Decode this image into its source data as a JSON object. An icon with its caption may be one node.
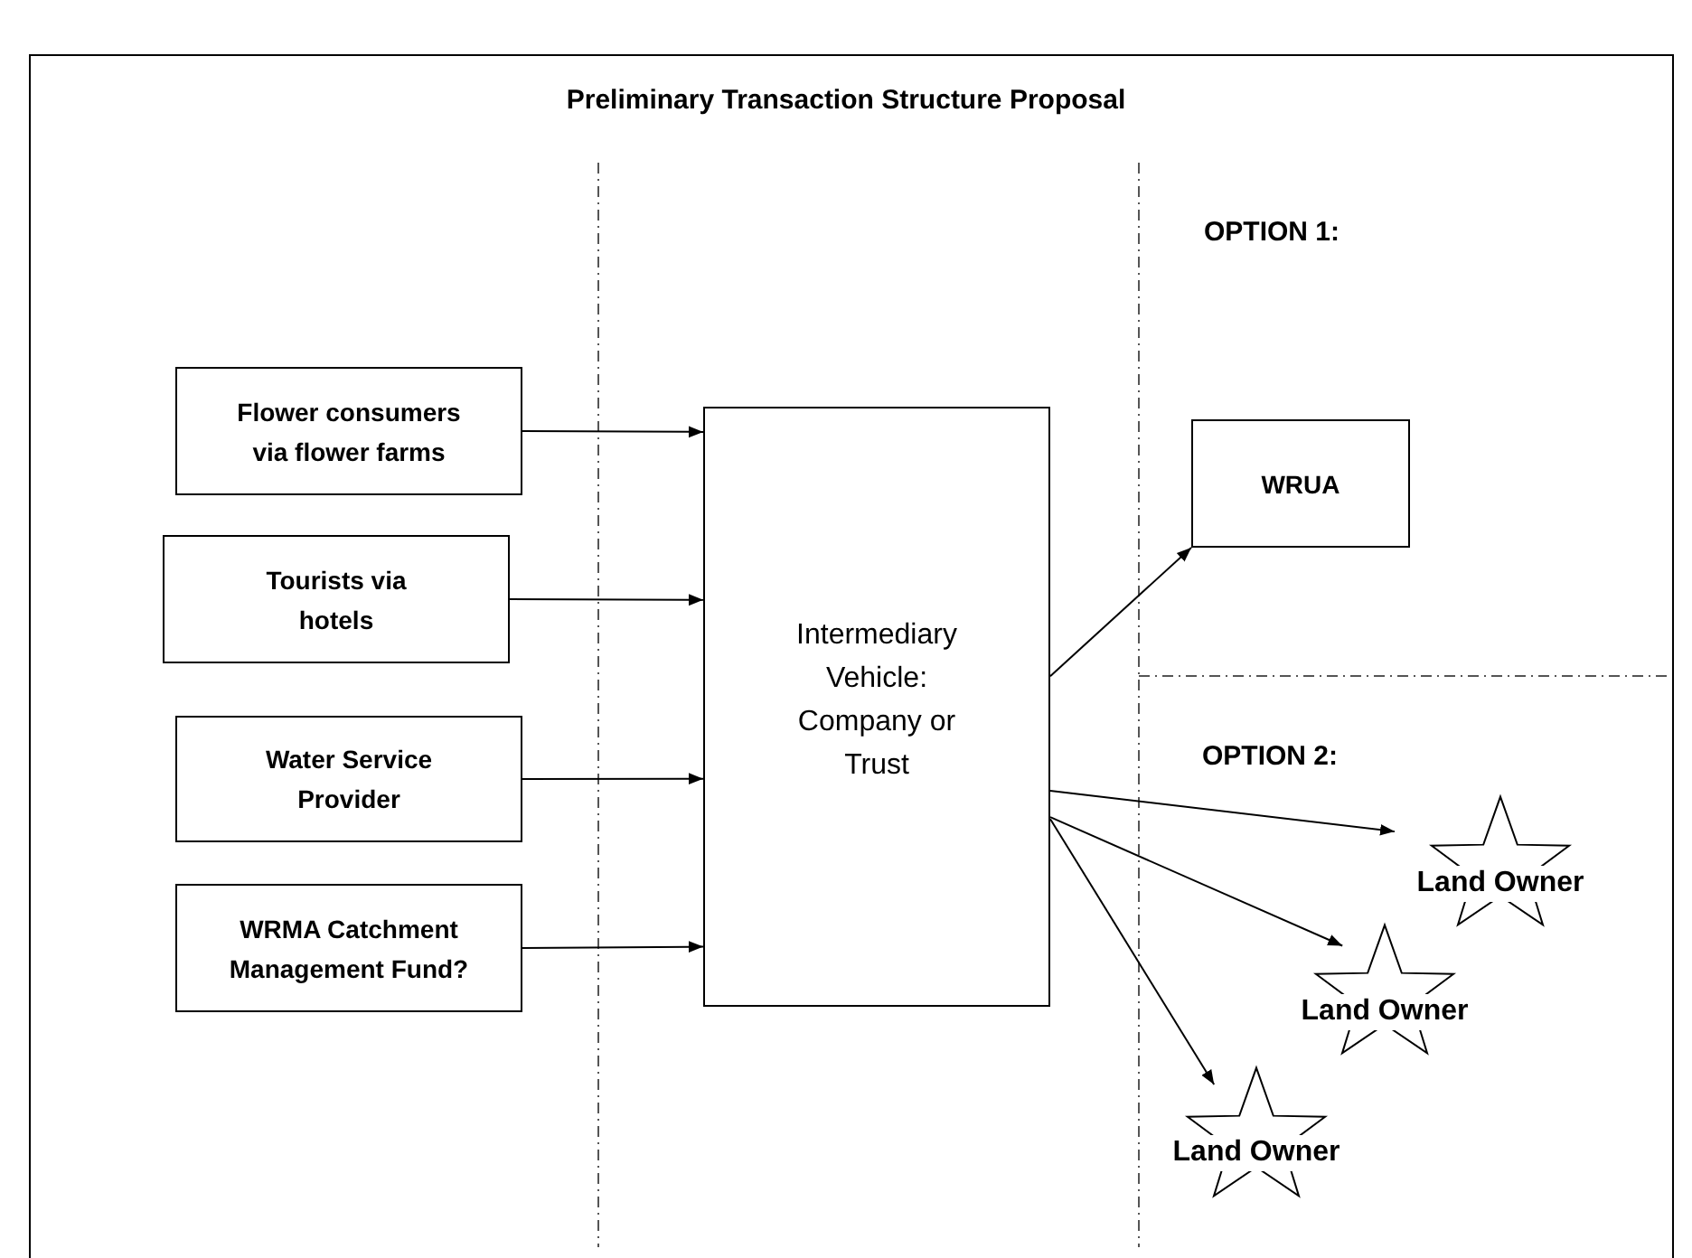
{
  "diagram": {
    "title": "Preliminary Transaction Structure Proposal",
    "nodes": [
      {
        "text": [
          "Flower consumers via flower farms"
        ]
      },
      {
        "text": [
          "Tourists via hotels"
        ]
      },
      {
        "text": [
          "Water Service Provider"
        ]
      },
      {
        "text": [
          "WRMA Catchment Management Fund?"
        ]
      },
      {
        "text": [
          "Intermediary Vehicle: Company or Trust"
        ]
      },
      {
        "text": [
          "WRUA"
        ]
      },
      {
        "text": [
          "Land Owner"
        ]
      },
      {
        "text": [
          "Land Owner"
        ]
      },
      {
        "text": [
          "Land Owner"
        ]
      }
    ],
    "edges": [
      {
        "from": 0,
        "to": 4,
        "arrow": "to"
      },
      {
        "from": 1,
        "to": 4,
        "arrow": "to"
      },
      {
        "from": 2,
        "to": 4,
        "arrow": "to"
      },
      {
        "from": 3,
        "to": 4,
        "arrow": "to"
      },
      {
        "from": 4,
        "to": 5,
        "arrow": "to"
      },
      {
        "from": 4,
        "to": 6,
        "arrow": "to"
      },
      {
        "from": 4,
        "to": 7,
        "arrow": "to"
      },
      {
        "from": 4,
        "to": 8,
        "arrow": "to"
      }
    ],
    "labels": [
      "OPTION 1:",
      "OPTION 2:"
    ]
  }
}
